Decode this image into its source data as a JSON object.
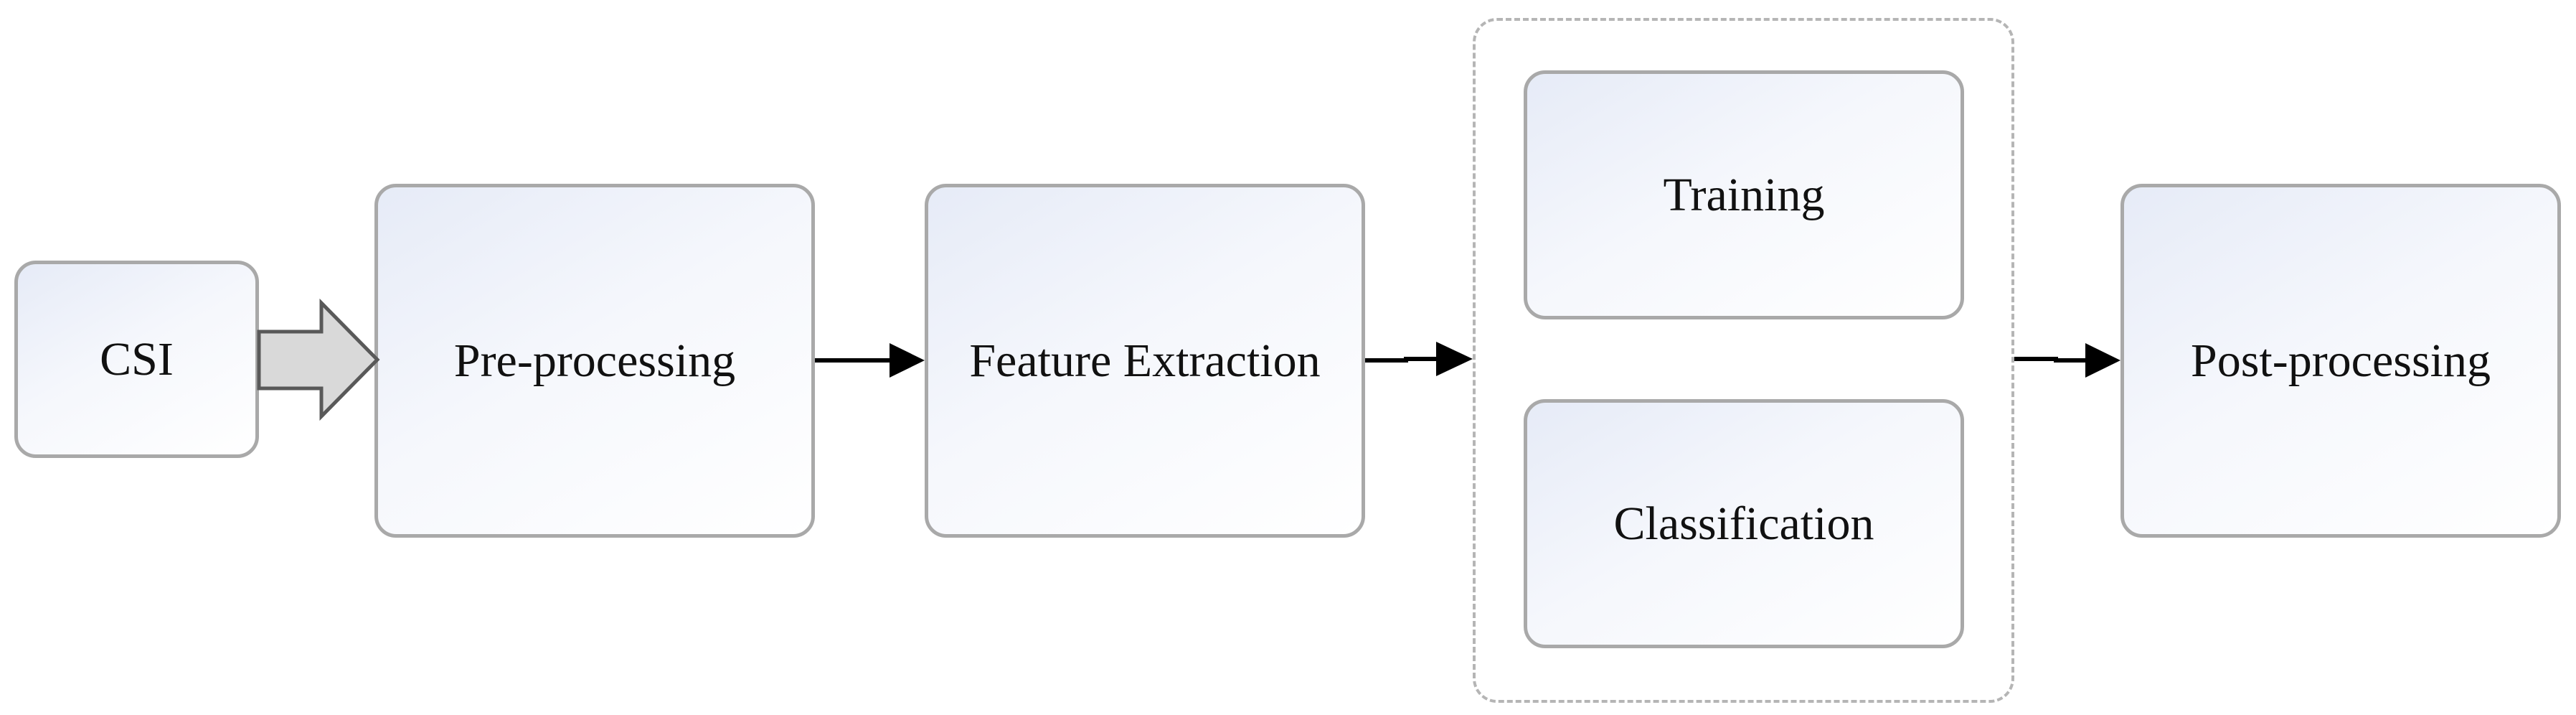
{
  "diagram": {
    "nodes": {
      "csi": {
        "label": "CSI"
      },
      "preprocessing": {
        "label": "Pre-processing"
      },
      "feature_extraction": {
        "label": "Feature Extraction"
      },
      "training": {
        "label": "Training"
      },
      "classification": {
        "label": "Classification"
      },
      "postprocessing": {
        "label": "Post-processing"
      }
    },
    "groups": [
      {
        "id": "model",
        "members": [
          "training",
          "classification"
        ],
        "border": "dashed"
      }
    ],
    "edges": [
      {
        "from": "csi",
        "to": "preprocessing",
        "style": "block-arrow"
      },
      {
        "from": "preprocessing",
        "to": "feature_extraction",
        "style": "line-arrow"
      },
      {
        "from": "feature_extraction",
        "to": "model",
        "style": "line-arrow"
      },
      {
        "from": "model",
        "to": "postprocessing",
        "style": "line-arrow"
      }
    ],
    "colors": {
      "box_border": "#a9a9a9",
      "box_fill_start": "#e6ebf7",
      "box_fill_end": "#ffffff",
      "group_border": "#b5b5b5",
      "arrow": "#000000",
      "block_arrow_fill": "#d9d9d9",
      "block_arrow_stroke": "#595959",
      "text": "#111111"
    }
  }
}
